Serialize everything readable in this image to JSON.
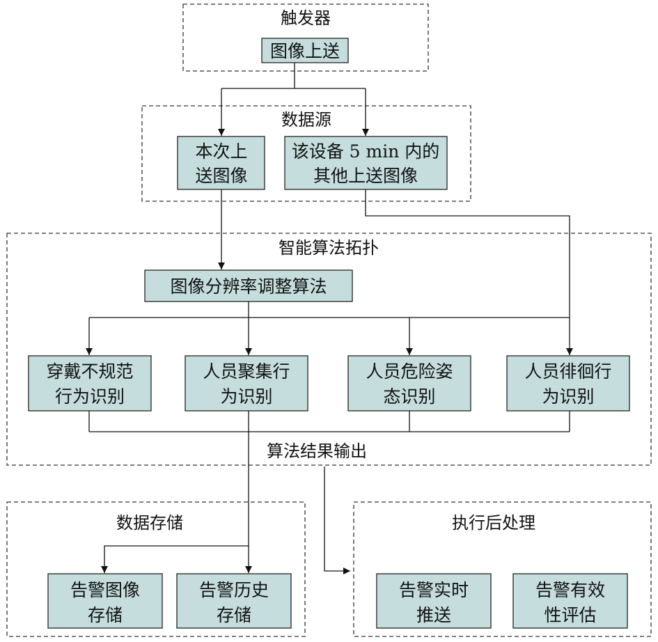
{
  "groups": {
    "trigger": "触发器",
    "datasource": "数据源",
    "topology": "智能算法拓扑",
    "storage": "数据存储",
    "postproc": "执行后处理"
  },
  "nodes": {
    "upload": "图像上送",
    "current_image_l1": "本次上",
    "current_image_l2": "送图像",
    "other_images_l1": "该设备 5 min 内的",
    "other_images_l2": "其他上送图像",
    "resolution": "图像分辨率调整算法",
    "wear_l1": "穿戴不规范",
    "wear_l2": "行为识别",
    "gather_l1": "人员聚集行",
    "gather_l2": "为识别",
    "danger_l1": "人员危险姿",
    "danger_l2": "态识别",
    "loiter_l1": "人员徘徊行",
    "loiter_l2": "为识别",
    "alarm_image_l1": "告警图像",
    "alarm_image_l2": "存储",
    "alarm_history_l1": "告警历史",
    "alarm_history_l2": "存储",
    "realtime_l1": "告警实时",
    "realtime_l2": "推送",
    "evaluate_l1": "告警有效",
    "evaluate_l2": "性评估"
  },
  "output_label": "算法结果输出"
}
